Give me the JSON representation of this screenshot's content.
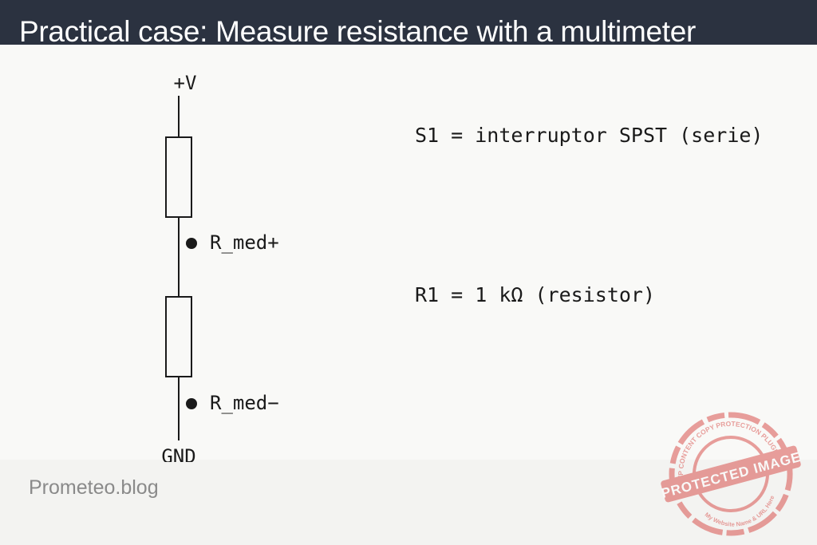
{
  "title": "Practical case: Measure resistance with a multimeter",
  "schematic": {
    "supply_label": "+V",
    "probe_plus_label": "R_med+",
    "probe_minus_label": "R_med−",
    "ground_label": "GND"
  },
  "notes": [
    "S1 = interruptor SPST (serie)",
    "R1 = 1 kΩ (resistor)"
  ],
  "footer": {
    "brand": "Prometeo.blog"
  },
  "watermark": {
    "text": "PROTECTED IMAGE",
    "ring_text_top": "WP CONTENT COPY PROTECTION PLUGIN",
    "ring_text_bottom": "My Website Name & URL Here"
  },
  "colors": {
    "title_bar": "#2b3240",
    "title_text": "#ffffff",
    "background": "#f9f9f7",
    "wire": "#1a1a1a",
    "brand_text": "#8a8a8a",
    "stamp": "#d9534f"
  }
}
